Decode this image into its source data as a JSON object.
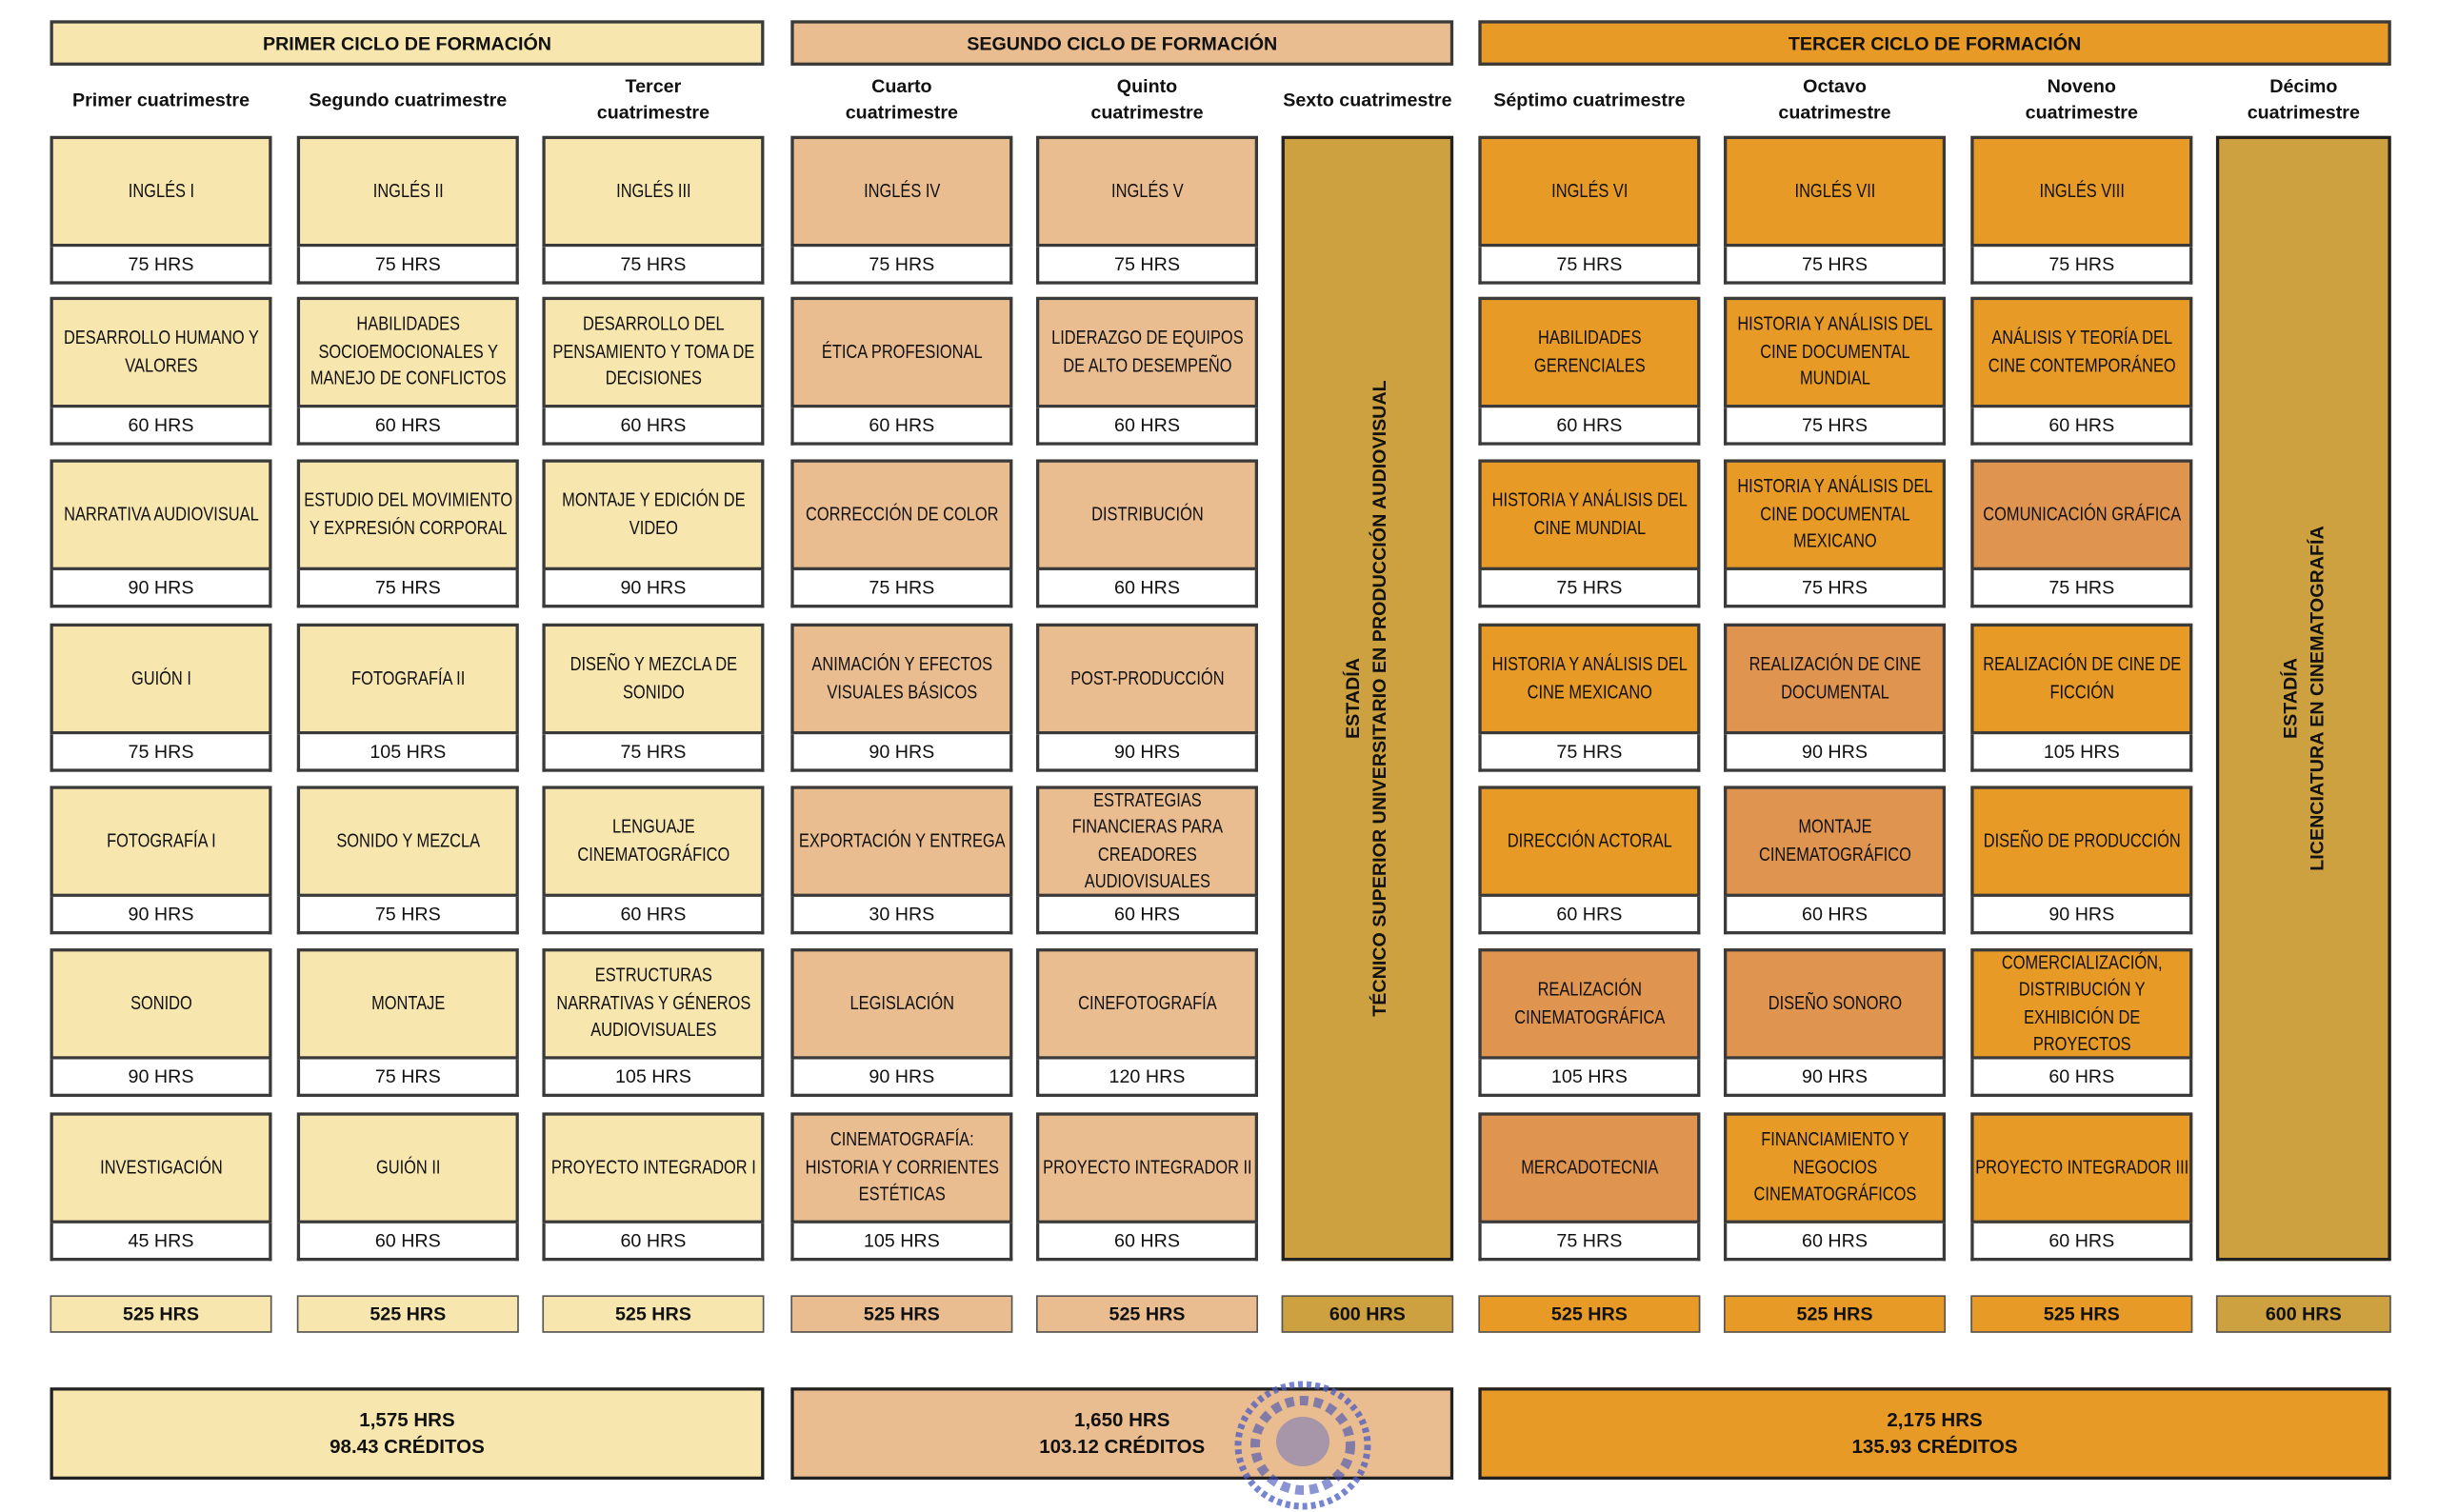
{
  "colors": {
    "yellow": "#F8E6AF",
    "peach": "#E9BD90",
    "orange": "#E79A26",
    "muted_orange": "#DF944F",
    "gold": "#CDA13F"
  },
  "cycles": [
    {
      "label": "PRIMER CICLO DE FORMACIÓN",
      "color": "#F8E6AF",
      "total_hours": "1,575 HRS",
      "credits": "98.43 CRÉDITOS"
    },
    {
      "label": "SEGUNDO CICLO DE FORMACIÓN",
      "color": "#E9BD90",
      "total_hours": "1,650 HRS",
      "credits": "103.12 CRÉDITOS"
    },
    {
      "label": "TERCER CICLO DE FORMACIÓN",
      "color": "#E79A26",
      "total_hours": "2,175 HRS",
      "credits": "135.93 CRÉDITOS"
    }
  ],
  "semesters": [
    {
      "label": "Primer cuatrimestre",
      "total": "525 HRS",
      "color": "#F8E6AF",
      "courses": [
        {
          "name": "INGLÉS I",
          "hours": "75 HRS"
        },
        {
          "name": "DESARROLLO HUMANO Y VALORES",
          "hours": "60 HRS"
        },
        {
          "name": "NARRATIVA AUDIOVISUAL",
          "hours": "90 HRS"
        },
        {
          "name": "GUIÓN I",
          "hours": "75 HRS"
        },
        {
          "name": "FOTOGRAFÍA I",
          "hours": "90 HRS"
        },
        {
          "name": "SONIDO",
          "hours": "90 HRS"
        },
        {
          "name": "INVESTIGACIÓN",
          "hours": "45 HRS"
        }
      ]
    },
    {
      "label": "Segundo cuatrimestre",
      "total": "525 HRS",
      "color": "#F8E6AF",
      "courses": [
        {
          "name": "INGLÉS II",
          "hours": "75 HRS"
        },
        {
          "name": "HABILIDADES SOCIOEMOCIONALES Y MANEJO DE CONFLICTOS",
          "hours": "60 HRS"
        },
        {
          "name": "ESTUDIO DEL MOVIMIENTO Y EXPRESIÓN CORPORAL",
          "hours": "75 HRS"
        },
        {
          "name": "FOTOGRAFÍA II",
          "hours": "105 HRS"
        },
        {
          "name": "SONIDO Y MEZCLA",
          "hours": "75 HRS"
        },
        {
          "name": "MONTAJE",
          "hours": "75 HRS"
        },
        {
          "name": "GUIÓN II",
          "hours": "60 HRS"
        }
      ]
    },
    {
      "label": "Tercer\ncuatrimestre",
      "total": "525 HRS",
      "color": "#F8E6AF",
      "courses": [
        {
          "name": "INGLÉS III",
          "hours": "75 HRS"
        },
        {
          "name": "DESARROLLO DEL PENSAMIENTO Y TOMA DE DECISIONES",
          "hours": "60 HRS"
        },
        {
          "name": "MONTAJE Y EDICIÓN DE VIDEO",
          "hours": "90 HRS"
        },
        {
          "name": "DISEÑO Y MEZCLA DE SONIDO",
          "hours": "75 HRS"
        },
        {
          "name": "LENGUAJE CINEMATOGRÁFICO",
          "hours": "60 HRS"
        },
        {
          "name": "ESTRUCTURAS NARRATIVAS Y GÉNEROS AUDIOVISUALES",
          "hours": "105 HRS"
        },
        {
          "name": "PROYECTO INTEGRADOR I",
          "hours": "60 HRS"
        }
      ]
    },
    {
      "label": "Cuarto\ncuatrimestre",
      "total": "525 HRS",
      "color": "#E9BD90",
      "courses": [
        {
          "name": "INGLÉS IV",
          "hours": "75 HRS"
        },
        {
          "name": "ÉTICA PROFESIONAL",
          "hours": "60 HRS"
        },
        {
          "name": "CORRECCIÓN DE COLOR",
          "hours": "75 HRS"
        },
        {
          "name": "ANIMACIÓN Y EFECTOS VISUALES BÁSICOS",
          "hours": "90 HRS"
        },
        {
          "name": "EXPORTACIÓN Y ENTREGA",
          "hours": "30 HRS"
        },
        {
          "name": "LEGISLACIÓN",
          "hours": "90 HRS"
        },
        {
          "name": "CINEMATOGRAFÍA: HISTORIA Y CORRIENTES ESTÉTICAS",
          "hours": "105 HRS"
        }
      ]
    },
    {
      "label": "Quinto\ncuatrimestre",
      "total": "525 HRS",
      "color": "#E9BD90",
      "courses": [
        {
          "name": "INGLÉS V",
          "hours": "75 HRS"
        },
        {
          "name": "LIDERAZGO DE EQUIPOS DE ALTO DESEMPEÑO",
          "hours": "60 HRS"
        },
        {
          "name": "DISTRIBUCIÓN",
          "hours": "60 HRS"
        },
        {
          "name": "POST-PRODUCCIÓN",
          "hours": "90 HRS"
        },
        {
          "name": "ESTRATEGIAS FINANCIERAS PARA CREADORES AUDIOVISUALES",
          "hours": "60 HRS"
        },
        {
          "name": "CINEFOTOGRAFÍA",
          "hours": "120 HRS"
        },
        {
          "name": "PROYECTO INTEGRADOR II",
          "hours": "60 HRS"
        }
      ]
    },
    {
      "label": "Sexto cuatrimestre",
      "total": "600 HRS",
      "color": "#CDA13F",
      "estadia": {
        "title": "ESTADÍA",
        "subtitle": "TÉCNICO SUPERIOR UNIVERSITARIO EN PRODUCCIÓN AUDIOVISUAL"
      }
    },
    {
      "label": "Séptimo cuatrimestre",
      "total": "525 HRS",
      "color": "#E79A26",
      "courses": [
        {
          "name": "INGLÉS VI",
          "hours": "75 HRS"
        },
        {
          "name": "HABILIDADES GERENCIALES",
          "hours": "60 HRS"
        },
        {
          "name": "HISTORIA Y ANÁLISIS DEL CINE MUNDIAL",
          "hours": "75 HRS"
        },
        {
          "name": "HISTORIA Y ANÁLISIS DEL CINE MEXICANO",
          "hours": "75 HRS"
        },
        {
          "name": "DIRECCIÓN ACTORAL",
          "hours": "60 HRS"
        },
        {
          "name": "REALIZACIÓN CINEMATOGRÁFICA",
          "hours": "105 HRS",
          "color": "#DF944F"
        },
        {
          "name": "MERCADOTECNIA",
          "hours": "75 HRS",
          "color": "#DF944F"
        }
      ]
    },
    {
      "label": "Octavo\ncuatrimestre",
      "total": "525 HRS",
      "color": "#E79A26",
      "courses": [
        {
          "name": "INGLÉS VII",
          "hours": "75 HRS"
        },
        {
          "name": "HISTORIA Y ANÁLISIS DEL CINE DOCUMENTAL MUNDIAL",
          "hours": "75 HRS"
        },
        {
          "name": "HISTORIA Y ANÁLISIS DEL CINE DOCUMENTAL MEXICANO",
          "hours": "75 HRS"
        },
        {
          "name": "REALIZACIÓN DE CINE DOCUMENTAL",
          "hours": "90 HRS",
          "color": "#DF944F"
        },
        {
          "name": "MONTAJE CINEMATOGRÁFICO",
          "hours": "60 HRS",
          "color": "#DF944F"
        },
        {
          "name": "DISEÑO SONORO",
          "hours": "90 HRS",
          "color": "#DF944F"
        },
        {
          "name": "FINANCIAMIENTO Y NEGOCIOS CINEMATOGRÁFICOS",
          "hours": "60 HRS"
        }
      ]
    },
    {
      "label": "Noveno\ncuatrimestre",
      "total": "525 HRS",
      "color": "#E79A26",
      "courses": [
        {
          "name": "INGLÉS  VIII",
          "hours": "75 HRS"
        },
        {
          "name": "ANÁLISIS Y TEORÍA DEL CINE CONTEMPORÁNEO",
          "hours": "60 HRS"
        },
        {
          "name": "COMUNICACIÓN GRÁFICA",
          "hours": "75 HRS",
          "color": "#DF944F"
        },
        {
          "name": "REALIZACIÓN DE CINE DE FICCIÓN",
          "hours": "105 HRS"
        },
        {
          "name": "DISEÑO DE PRODUCCIÓN",
          "hours": "90 HRS"
        },
        {
          "name": "COMERCIALIZACIÓN, DISTRIBUCIÓN Y EXHIBICIÓN DE PROYECTOS",
          "hours": "60 HRS"
        },
        {
          "name": "PROYECTO INTEGRADOR III",
          "hours": "60 HRS"
        }
      ]
    },
    {
      "label": "Décimo\ncuatrimestre",
      "total": "600 HRS",
      "color": "#CDA13F",
      "estadia": {
        "title": "ESTADÍA",
        "subtitle": "LICENCIATURA EN CINEMATOGRAFÍA"
      }
    }
  ]
}
